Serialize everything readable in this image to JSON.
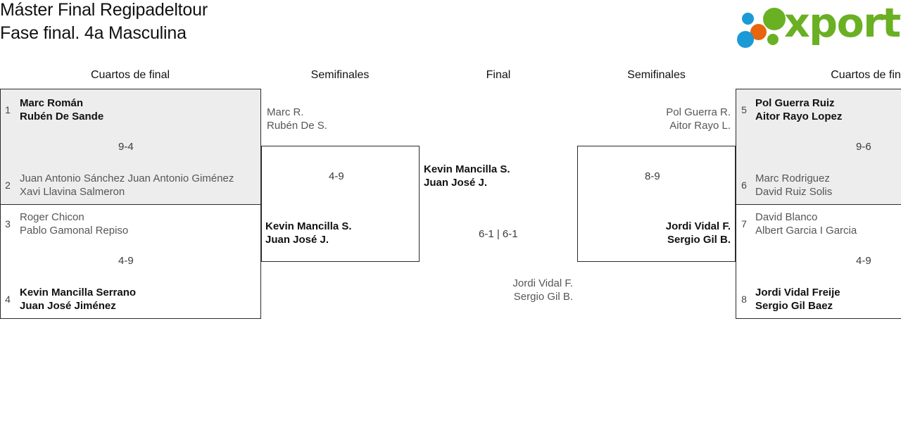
{
  "header": {
    "title_line1": "Máster Final Regipadeltour",
    "title_line2": "Fase final. 4a Masculina",
    "logo_word": "xporty"
  },
  "rounds": {
    "qf_left": "Cuartos de final",
    "sf_left": "Semifinales",
    "final": "Final",
    "sf_right": "Semifinales",
    "qf_right": "Cuartos de fin"
  },
  "colors": {
    "shade": "#ededed",
    "border": "#2b2b2b",
    "winner_text": "#111111",
    "loser_text": "#565656",
    "brand_green": "#6ab023",
    "brand_blue": "#1b9ad6",
    "brand_orange": "#e8650d"
  },
  "matches": {
    "qf1": {
      "seed_top": "1",
      "top_p1": "Marc Román",
      "top_p2": "Rubén De Sande",
      "seed_bottom": "2",
      "bottom_p1": "Juan Antonio Sánchez Juan Antonio Giménez",
      "bottom_p2": "Xavi Llavina Salmeron",
      "score": "9-4"
    },
    "qf2": {
      "seed_top": "3",
      "top_p1": "Roger Chicon",
      "top_p2": "Pablo Gamonal Repiso",
      "seed_bottom": "4",
      "bottom_p1": "Kevin Mancilla Serrano",
      "bottom_p2": "Juan José Jiménez",
      "score": "4-9"
    },
    "sf_left": {
      "top_p1": "Marc R.",
      "top_p2": "Rubén De S.",
      "bottom_p1": "Kevin Mancilla S.",
      "bottom_p2": "Juan José J.",
      "score": "4-9"
    },
    "final": {
      "left_p1": "Kevin Mancilla S.",
      "left_p2": "Juan José J.",
      "right_p1": "Jordi Vidal F.",
      "right_p2": "Sergio Gil B.",
      "score": "6-1 | 6-1"
    },
    "sf_right": {
      "top_p1": "Pol Guerra R.",
      "top_p2": "Aitor Rayo L.",
      "bottom_p1": "Jordi Vidal F.",
      "bottom_p2": "Sergio Gil B.",
      "score": "8-9"
    },
    "qf3": {
      "seed_top": "5",
      "top_p1": "Pol Guerra Ruiz",
      "top_p2": "Aitor Rayo Lopez",
      "seed_bottom": "6",
      "bottom_p1": "Marc Rodriguez",
      "bottom_p2": "David Ruiz Solis",
      "score": "9-6"
    },
    "qf4": {
      "seed_top": "7",
      "top_p1": "David Blanco",
      "top_p2": "Albert Garcia I Garcia",
      "seed_bottom": "8",
      "bottom_p1": "Jordi Vidal Freije",
      "bottom_p2": "Sergio Gil Baez",
      "score": "4-9"
    }
  }
}
